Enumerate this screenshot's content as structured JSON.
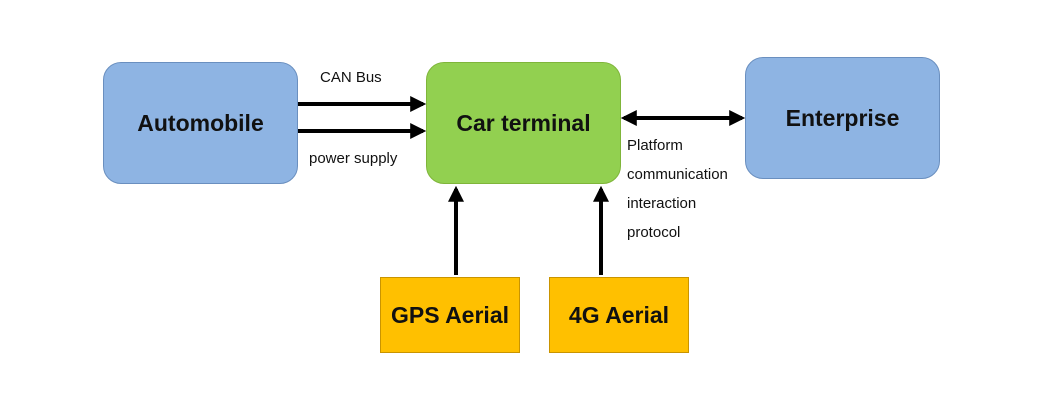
{
  "nodes": {
    "automobile": {
      "label": "Automobile",
      "color": "#8eb4e3"
    },
    "car_terminal": {
      "label": "Car terminal",
      "color": "#92d050"
    },
    "enterprise": {
      "label": "Enterprise",
      "color": "#8eb4e3"
    },
    "gps_aerial": {
      "label": "GPS Aerial",
      "color": "#ffc000"
    },
    "aerial_4g": {
      "label": "4G Aerial",
      "color": "#ffc000"
    }
  },
  "edges": {
    "can_bus": {
      "label": "CAN Bus",
      "from": "Automobile",
      "to": "Car terminal"
    },
    "power_supply": {
      "label": "power supply",
      "from": "Automobile",
      "to": "Car terminal"
    },
    "platform_protocol": {
      "from": "Car terminal",
      "to": "Enterprise",
      "bidirectional": true,
      "label_lines": [
        "Platform",
        "communication",
        "interaction",
        "protocol"
      ]
    },
    "gps_link": {
      "from": "GPS Aerial",
      "to": "Car terminal"
    },
    "link_4g": {
      "from": "4G Aerial",
      "to": "Car terminal"
    }
  }
}
